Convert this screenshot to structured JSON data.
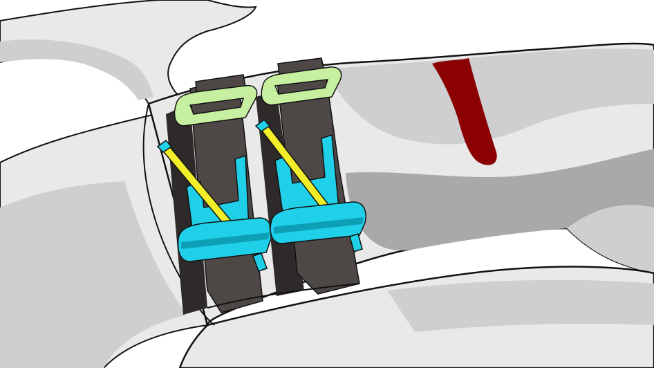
{
  "scene": {
    "subject": "two-tourniquets-on-upper-thigh",
    "tourniquet_count": 2,
    "icons": [
      "leg-shape",
      "hand-shape",
      "strap",
      "buckle",
      "windlass-rod",
      "windlass-clip",
      "wound-blood"
    ]
  },
  "colors": {
    "skin_light": "#e9e9ea",
    "skin_mid": "#cfcfd1",
    "skin_shade": "#a9a9ab",
    "outline": "#111111",
    "strap": "#4d4846",
    "strap_dark": "#2d2a29",
    "buckle": "#c6ef9f",
    "buckle_shade": "#8fc46a",
    "clip": "#1fd0e8",
    "clip_shade": "#0d9fb5",
    "rod": "#f2ef2a",
    "rod_shade": "#b8b200",
    "blood": "#8b0000"
  }
}
